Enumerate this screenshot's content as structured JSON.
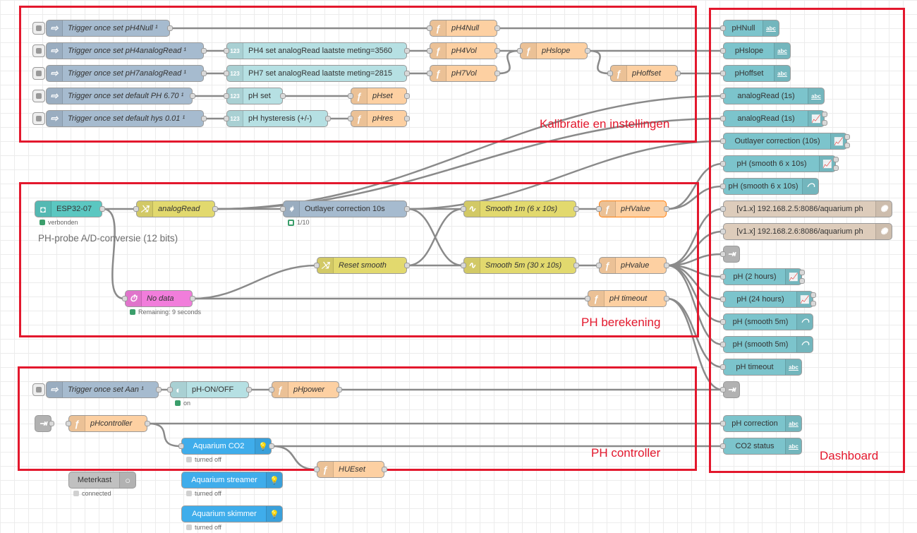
{
  "colors": {
    "frame": "#e3182d",
    "inject": "#a6bbcf",
    "change": "#e2d96e",
    "function": "#fdd0a2",
    "ui": "#7cc4cc",
    "ui_dark": "#77c4cd",
    "counter": "#b6e0e3",
    "trigger": "#f17ddb",
    "mqtt": "#5bc7c1",
    "influx": "#ddccbb",
    "wled": "#3fadeb",
    "grey": "#c0c0c0",
    "ok": "#3b9e6b"
  },
  "frames": {
    "kalibratie": "Kalibratie en instellingen",
    "berekening": "PH berekening",
    "controller": "PH controller",
    "dashboard": "Dashboard"
  },
  "probe_note": "PH-probe A/D-conversie (12 bits)",
  "nodes": [
    {
      "id": "n1",
      "label": "Trigger once set pH4Null ¹",
      "icon": "inject-arrow-icon",
      "glyph": "⇨",
      "type": "inject"
    },
    {
      "id": "n2",
      "label": "Trigger once set pH4analogRead ¹",
      "icon": "inject-arrow-icon",
      "glyph": "⇨",
      "type": "inject"
    },
    {
      "id": "n3",
      "label": "Trigger once set pH7analogRead ¹",
      "icon": "inject-arrow-icon",
      "glyph": "⇨",
      "type": "inject"
    },
    {
      "id": "n4",
      "label": "Trigger once set default PH 6.70 ¹",
      "icon": "inject-arrow-icon",
      "glyph": "⇨",
      "type": "inject"
    },
    {
      "id": "n5",
      "label": "Trigger once set default hys 0.01 ¹",
      "icon": "inject-arrow-icon",
      "glyph": "⇨",
      "type": "inject"
    },
    {
      "id": "n6",
      "label": "PH4 set analogRead laatste meting=3560",
      "icon": "numeric-icon",
      "glyph": "123",
      "type": "counter"
    },
    {
      "id": "n7",
      "label": "PH7 set analogRead laatste meting=2815",
      "icon": "numeric-icon",
      "glyph": "123",
      "type": "counter"
    },
    {
      "id": "n8",
      "label": "pH set",
      "icon": "numeric-icon",
      "glyph": "123",
      "type": "counter"
    },
    {
      "id": "n9",
      "label": "pH hysteresis (+/-)",
      "icon": "numeric-icon",
      "glyph": "123",
      "type": "counter"
    },
    {
      "id": "n10",
      "label": "pH4Null",
      "icon": "function-icon",
      "glyph": "ƒ",
      "type": "function"
    },
    {
      "id": "n11",
      "label": "pH4Vol",
      "icon": "function-icon",
      "glyph": "ƒ",
      "type": "function"
    },
    {
      "id": "n12",
      "label": "pH7Vol",
      "icon": "function-icon",
      "glyph": "ƒ",
      "type": "function"
    },
    {
      "id": "n13",
      "label": "pHset",
      "icon": "function-icon",
      "glyph": "ƒ",
      "type": "function"
    },
    {
      "id": "n14",
      "label": "pHres",
      "icon": "function-icon",
      "glyph": "ƒ",
      "type": "function"
    },
    {
      "id": "n15",
      "label": "pHslope",
      "icon": "function-icon",
      "glyph": "ƒ",
      "type": "function"
    },
    {
      "id": "n16",
      "label": "pHoffset",
      "icon": "function-icon",
      "glyph": "ƒ",
      "type": "function"
    },
    {
      "id": "n17",
      "label": "ESP32-07",
      "icon": "mqtt-icon",
      "glyph": "◘",
      "type": "mqtt",
      "status": "verbonden",
      "status_color": "#3b9e6b"
    },
    {
      "id": "n18",
      "label": "analogRead",
      "icon": "change-icon",
      "glyph": "⤨",
      "type": "change"
    },
    {
      "id": "n19",
      "label": "Outlayer correction 10s",
      "icon": "filter-icon",
      "glyph": "➧",
      "type": "inject",
      "status": "1/10",
      "status_color": "#3b9e6b",
      "status_hollow": true
    },
    {
      "id": "n20",
      "label": "Smooth 1m (6 x 10s)",
      "icon": "smooth-icon",
      "glyph": "∿",
      "type": "change"
    },
    {
      "id": "n21",
      "label": "Smooth 5m (30 x 10s)",
      "icon": "smooth-icon",
      "glyph": "∿",
      "type": "change"
    },
    {
      "id": "n22",
      "label": "Reset smooth",
      "icon": "change-icon",
      "glyph": "⤨",
      "type": "change"
    },
    {
      "id": "n23",
      "label": "pHValue",
      "icon": "function-icon",
      "glyph": "ƒ",
      "type": "function"
    },
    {
      "id": "n24",
      "label": "pHvalue",
      "icon": "function-icon",
      "glyph": "ƒ",
      "type": "function"
    },
    {
      "id": "n25",
      "label": "No data",
      "icon": "timer-icon",
      "glyph": "⏱",
      "type": "trigger",
      "status": "Remaining: 9 seconds",
      "status_color": "#3b9e6b"
    },
    {
      "id": "n26",
      "label": "pH timeout",
      "icon": "function-icon",
      "glyph": "ƒ",
      "type": "function"
    },
    {
      "id": "n27",
      "label": "Trigger once set Aan ¹",
      "icon": "inject-arrow-icon",
      "glyph": "⇨",
      "type": "inject"
    },
    {
      "id": "n28",
      "label": "pH-ON/OFF",
      "icon": "switch-icon",
      "glyph": "◐",
      "type": "counter",
      "status": "on",
      "status_color": "#3b9e6b"
    },
    {
      "id": "n29",
      "label": "pHpower",
      "icon": "function-icon",
      "glyph": "ƒ",
      "type": "function"
    },
    {
      "id": "n30",
      "label": "",
      "icon": "link-in-icon",
      "glyph": "⇥",
      "type": "grey"
    },
    {
      "id": "n31",
      "label": "pHcontroller",
      "icon": "function-icon",
      "glyph": "ƒ",
      "type": "function"
    },
    {
      "id": "n32",
      "label": "Aquarium CO2",
      "icon": "bulb-icon",
      "glyph": "💡",
      "type": "wled",
      "status": "turned off",
      "status_color": "#d0d0d0"
    },
    {
      "id": "n33",
      "label": "HUEset",
      "icon": "function-icon",
      "glyph": "ƒ",
      "type": "function"
    },
    {
      "id": "n34",
      "label": "Meterkast",
      "icon": "circle-icon",
      "glyph": "○",
      "type": "grey",
      "status": "connected",
      "status_color": "#d0d0d0"
    },
    {
      "id": "n35",
      "label": "Aquarium streamer",
      "icon": "bulb-icon",
      "glyph": "💡",
      "type": "wled",
      "status": "turned off",
      "status_color": "#d0d0d0"
    },
    {
      "id": "n36",
      "label": "Aquarium skimmer",
      "icon": "bulb-icon",
      "glyph": "💡",
      "type": "wled",
      "status": "turned off",
      "status_color": "#d0d0d0"
    },
    {
      "id": "d1",
      "label": "pHNull",
      "icon": "text-icon",
      "glyph": "abc",
      "type": "ui"
    },
    {
      "id": "d2",
      "label": "pHslope",
      "icon": "text-icon",
      "glyph": "abc",
      "type": "ui"
    },
    {
      "id": "d3",
      "label": "pHoffset",
      "icon": "text-icon",
      "glyph": "abc",
      "type": "ui"
    },
    {
      "id": "d4",
      "label": "analogRead (1s)",
      "icon": "text-icon",
      "glyph": "abc",
      "type": "ui"
    },
    {
      "id": "d5",
      "label": "analogRead (1s)",
      "icon": "chart-icon",
      "glyph": "📈",
      "type": "ui"
    },
    {
      "id": "d6",
      "label": "Outlayer correction (10s)",
      "icon": "chart-icon",
      "glyph": "📈",
      "type": "ui"
    },
    {
      "id": "d7",
      "label": "pH (smooth 6 x 10s)",
      "icon": "chart-icon",
      "glyph": "📈",
      "type": "ui"
    },
    {
      "id": "d8",
      "label": "pH (smooth 6 x 10s)",
      "icon": "gauge-icon",
      "glyph": "◠",
      "type": "ui"
    },
    {
      "id": "d9",
      "label": "[v1.x] 192.168.2.5:8086/aquarium ph",
      "icon": "influx-icon",
      "glyph": "✺",
      "type": "influx"
    },
    {
      "id": "d10",
      "label": "[v1.x] 192.168.2.6:8086/aquarium ph",
      "icon": "influx-icon",
      "glyph": "✺",
      "type": "influx"
    },
    {
      "id": "d11",
      "label": "",
      "icon": "link-out-icon",
      "glyph": "⇥",
      "type": "grey"
    },
    {
      "id": "d12",
      "label": "pH (2 hours)",
      "icon": "chart-icon",
      "glyph": "📈",
      "type": "ui"
    },
    {
      "id": "d13",
      "label": "pH (24 hours)",
      "icon": "chart-icon",
      "glyph": "📈",
      "type": "ui"
    },
    {
      "id": "d14",
      "label": "pH (smooth 5m)",
      "icon": "gauge-icon",
      "glyph": "◠",
      "type": "ui"
    },
    {
      "id": "d15",
      "label": "pH (smooth 5m)",
      "icon": "gauge-icon",
      "glyph": "◠",
      "type": "ui"
    },
    {
      "id": "d16",
      "label": "pH timeout",
      "icon": "text-icon",
      "glyph": "abc",
      "type": "ui"
    },
    {
      "id": "d17",
      "label": "",
      "icon": "link-out-icon",
      "glyph": "⇥",
      "type": "grey"
    },
    {
      "id": "d18",
      "label": "pH correction",
      "icon": "text-icon",
      "glyph": "abc",
      "type": "ui"
    },
    {
      "id": "d19",
      "label": "CO2 status",
      "icon": "text-icon",
      "glyph": "abc",
      "type": "ui"
    }
  ]
}
